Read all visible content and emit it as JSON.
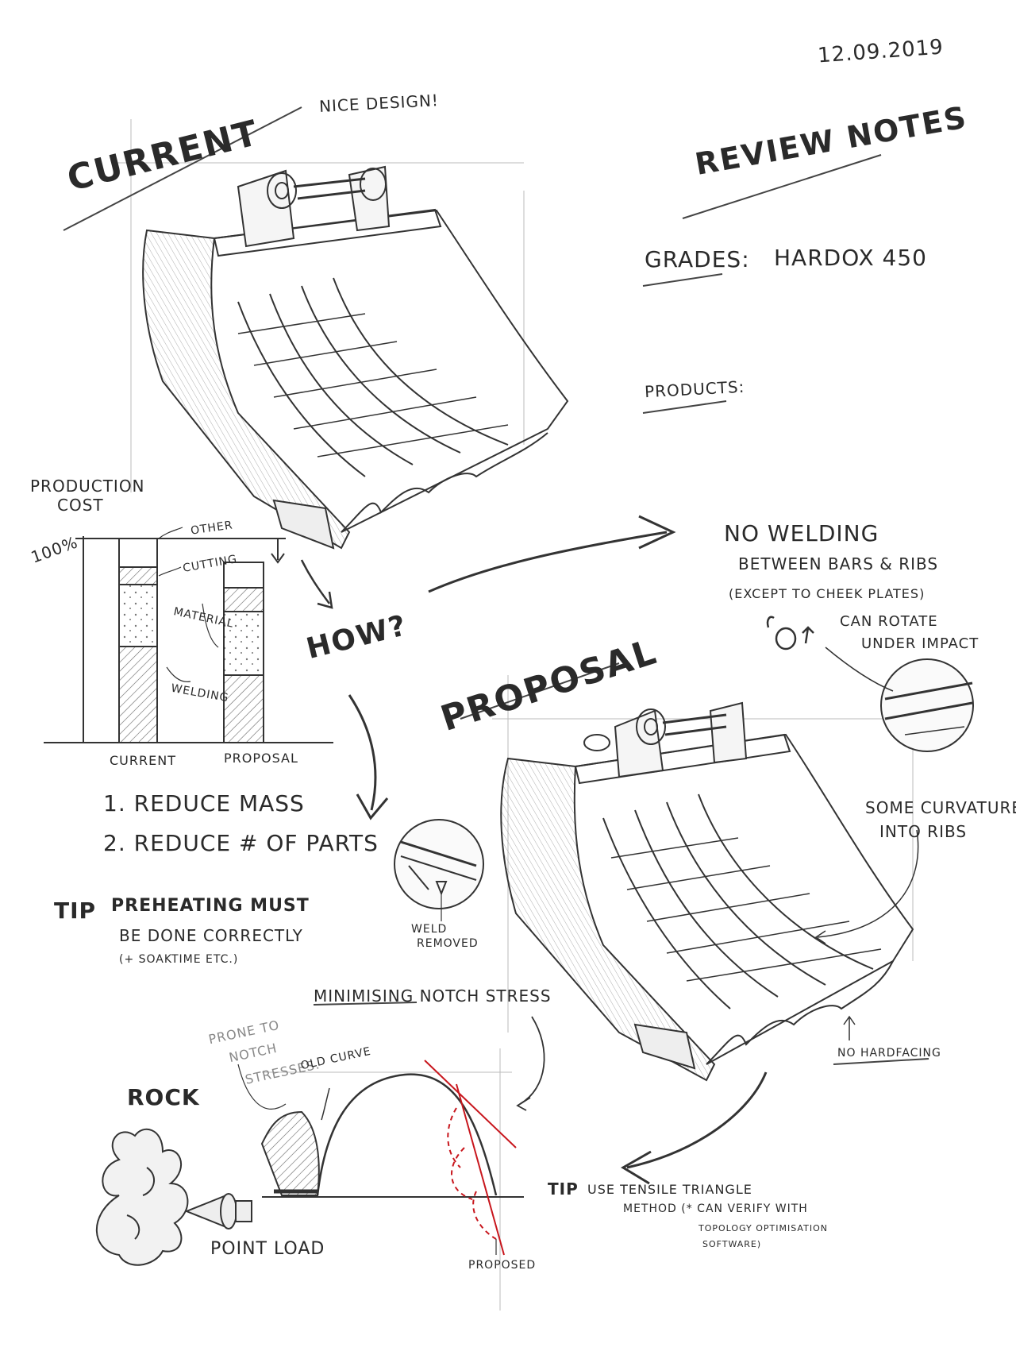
{
  "date": "12.09.2019",
  "headings": {
    "current": "CURRENT",
    "proposal": "PROPOSAL",
    "review_notes": "REVIEW NOTES",
    "nice_design": "NICE DESIGN!"
  },
  "review": {
    "grades_label": "GRADES:",
    "grades_value": "HARDOX 450",
    "products_label": "PRODUCTS:"
  },
  "cost_chart": {
    "title_line1": "PRODUCTION",
    "title_line2": "COST",
    "y_label": "100%",
    "categories": [
      "CURRENT",
      "PROPOSAL"
    ],
    "segment_labels": [
      "OTHER",
      "CUTTING",
      "MATERIAL",
      "WELDING"
    ]
  },
  "how": "HOW?",
  "goals": [
    "1. REDUCE MASS",
    "2. REDUCE # OF PARTS"
  ],
  "tip1": {
    "label": "TIP",
    "line1": "PREHEATING MUST",
    "line2": "BE DONE CORRECTLY",
    "line3": "(+ SOAKTIME ETC.)"
  },
  "welding_note": {
    "line1": "NO WELDING",
    "line2": "BETWEEN BARS & RIBS",
    "line3": "(EXCEPT TO CHEEK PLATES)"
  },
  "rotate_note": {
    "line1": "CAN ROTATE",
    "line2": "UNDER IMPACT"
  },
  "curvature_note": {
    "line1": "SOME CURVATURE",
    "line2": "INTO RIBS"
  },
  "weld_removed": {
    "line1": "WELD",
    "line2": "REMOVED"
  },
  "no_hardfacing": "NO HARDFACING",
  "notch": {
    "title": "MINIMISING NOTCH STRESS",
    "prone_line1": "PRONE TO",
    "prone_line2": "NOTCH",
    "prone_line3": "STRESSES.",
    "old_curve": "OLD CURVE",
    "proposed": "PROPOSED",
    "rock": "ROCK",
    "point_load": "POINT LOAD"
  },
  "tip2": {
    "label": "TIP",
    "line1": "USE TENSILE TRIANGLE",
    "line2": "METHOD (* CAN VERIFY WITH",
    "line3": "TOPOLOGY OPTIMISATION",
    "line4": "SOFTWARE)"
  },
  "colors": {
    "ink": "#2a2a2a",
    "red": "#c8161d"
  }
}
